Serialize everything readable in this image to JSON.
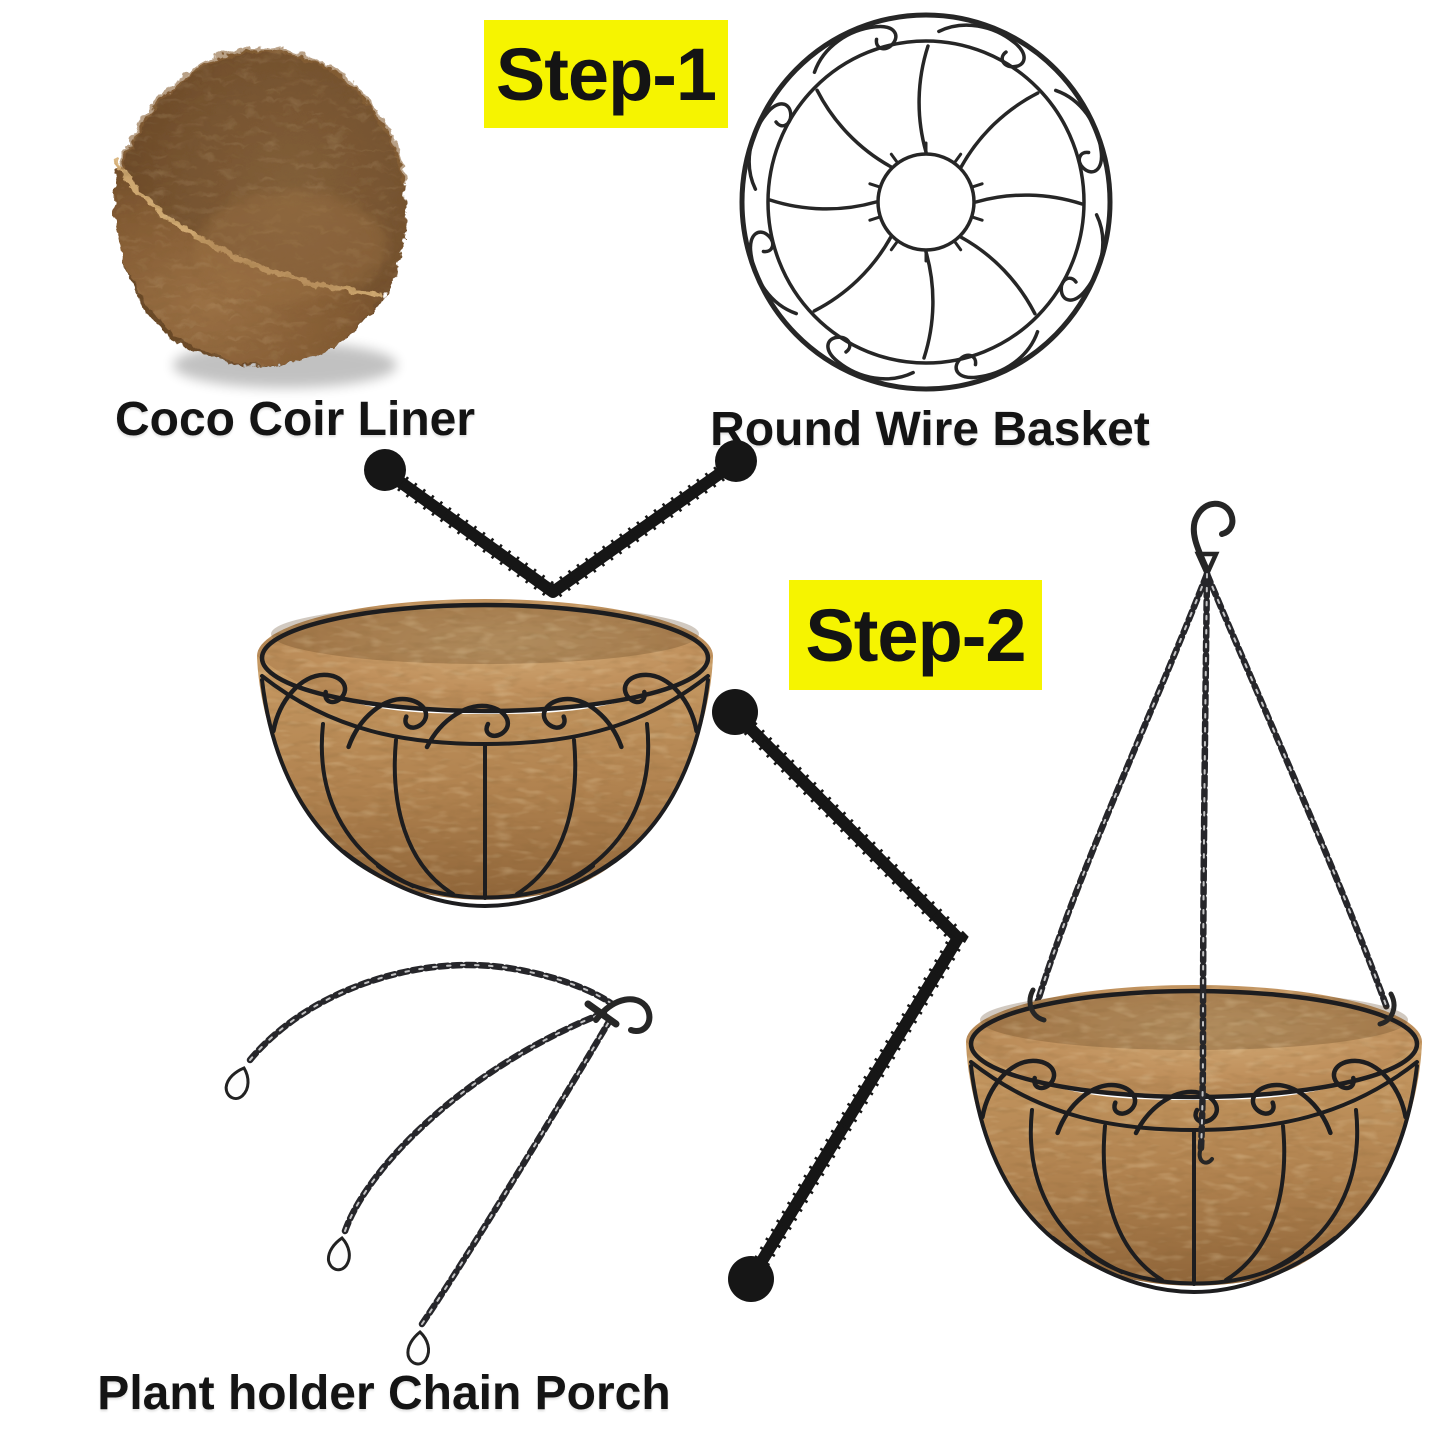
{
  "title": "Hanging coco coir basket assembly instructions",
  "colors": {
    "highlight": "#f6f400",
    "ink": "#141414",
    "wire": "#1d1d1f",
    "chain": "#26262a",
    "paper": "#ffffff"
  },
  "steps": {
    "step1": "Step-1",
    "step2": "Step-2"
  },
  "parts": {
    "coir_liner": "Coco Coir Liner",
    "wire_basket": "Round Wire Basket",
    "chain_porch": "Plant holder Chain Porch"
  }
}
